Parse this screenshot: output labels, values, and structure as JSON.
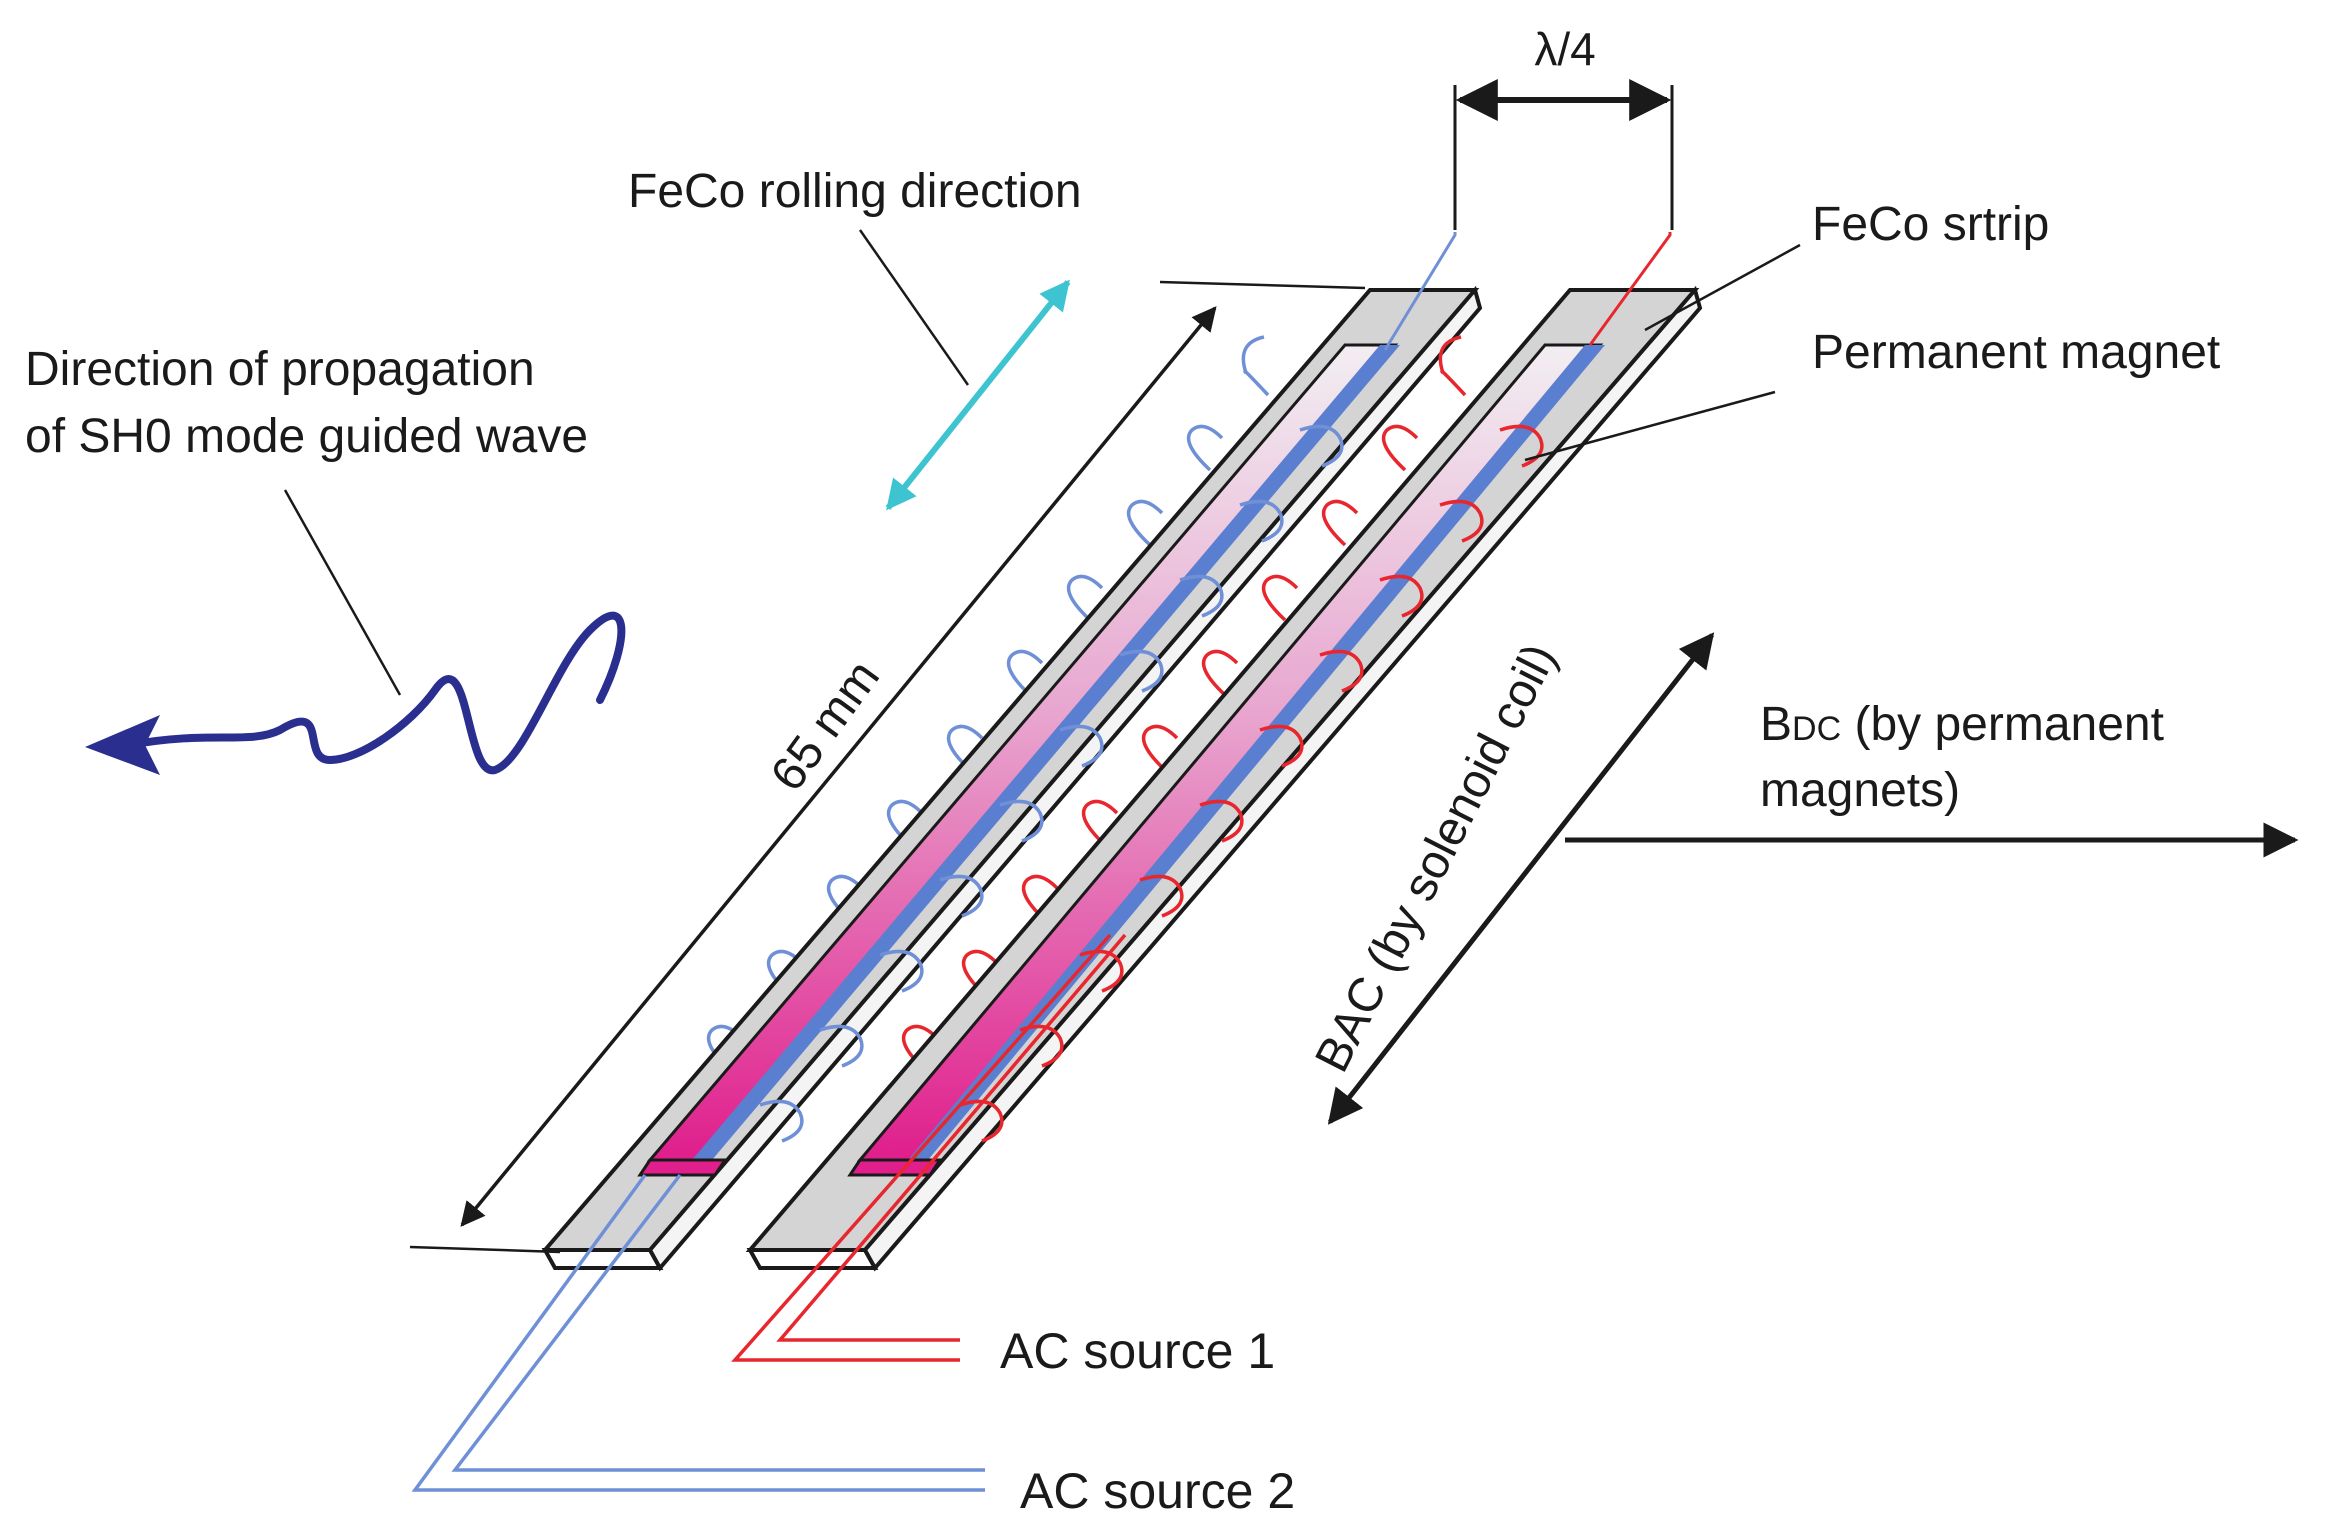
{
  "labels": {
    "lambda_quarter": "λ/4",
    "feco_rolling": "FeCo rolling direction",
    "feco_strip": "FeCo srtrip",
    "permanent_magnet": "Permanent magnet",
    "propagation_line1": "Direction of propagation",
    "propagation_line2": "of SH0 mode guided wave",
    "length": "65 mm",
    "bac": "BAC (by solenoid coil)",
    "bdc_symbol": "B",
    "bdc_subscript": "DC",
    "bdc_line1_rest": " (by permanent",
    "bdc_line2": "magnets)",
    "ac_source_1": "AC source 1",
    "ac_source_2": "AC source 2"
  },
  "colors": {
    "ink": "#1a1a1a",
    "strip_fill": "#d4d4d4",
    "magnet_blue": "#5b7fd0",
    "coil_blue": "#6f8fd6",
    "coil_red": "#e8262e",
    "magnet_pink": "#e01e8c",
    "wave_navy": "#2a2f8f",
    "rolling_cyan": "#3ec4d0"
  },
  "icons": {
    "wave_arrow": "wave-arrow-icon",
    "double_arrow": "double-arrow-icon"
  }
}
